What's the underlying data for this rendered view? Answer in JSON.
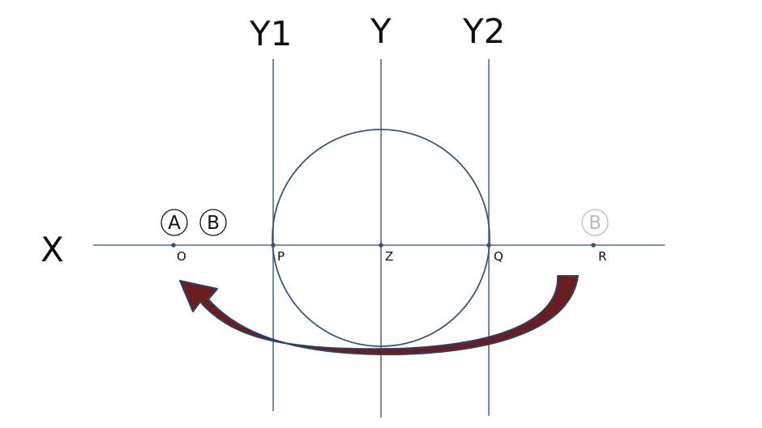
{
  "axes": {
    "x_label": "X",
    "y_label": "Y",
    "y1_label": "Y1",
    "y2_label": "Y2"
  },
  "points": {
    "o": "O",
    "p": "P",
    "z": "Z",
    "q": "Q",
    "r": "R"
  },
  "markers": {
    "a_at_o": "A",
    "b_at_o": "B",
    "b_at_r": "B"
  },
  "colors": {
    "line": "#4f6d8f",
    "circle": "#3a5478",
    "arrow_fill": "#6b1e1e",
    "arrow_outline": "#2b3f6b",
    "marker_active": "#111111",
    "marker_faded": "#bbbbbb"
  }
}
